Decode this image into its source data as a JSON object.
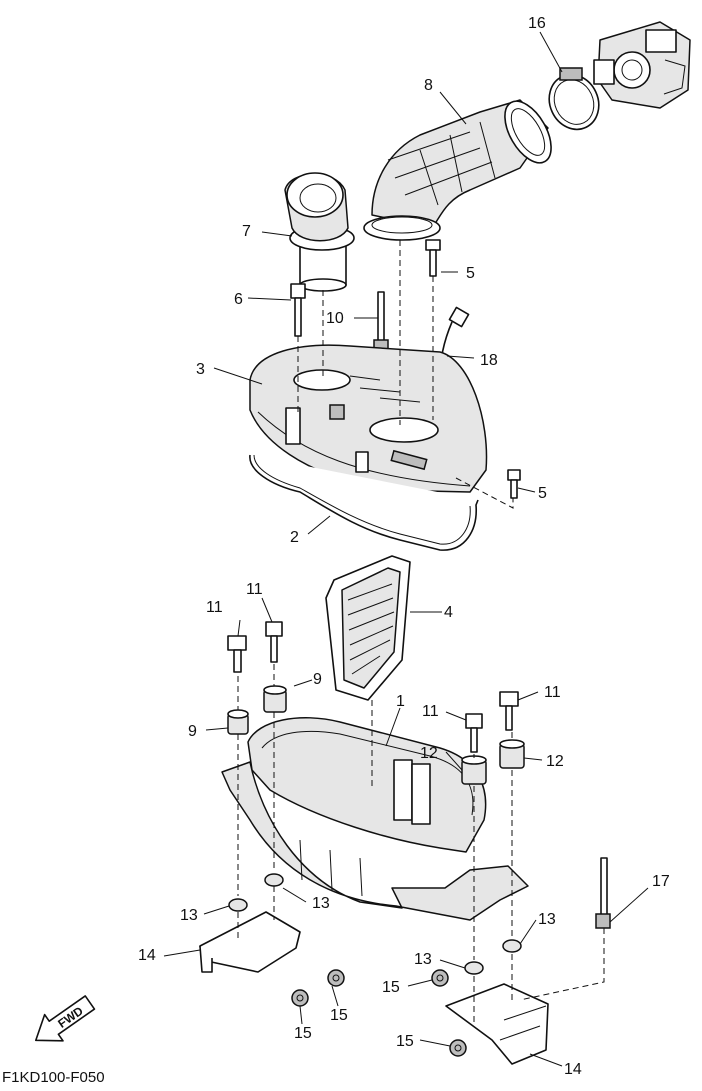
{
  "diagram_code": "F1KD100-F050",
  "fwd_label": "FWD",
  "callouts": {
    "c1": "1",
    "c2": "2",
    "c3": "3",
    "c4": "4",
    "c5a": "5",
    "c5b": "5",
    "c6": "6",
    "c7": "7",
    "c8": "8",
    "c9a": "9",
    "c9b": "9",
    "c10": "10",
    "c11a": "11",
    "c11b": "11",
    "c11c": "11",
    "c11d": "11",
    "c12a": "12",
    "c12b": "12",
    "c13a": "13",
    "c13b": "13",
    "c13c": "13",
    "c13d": "13",
    "c14a": "14",
    "c14b": "14",
    "c15a": "15",
    "c15b": "15",
    "c15c": "15",
    "c15d": "15",
    "c16": "16",
    "c17": "17",
    "c18": "18"
  }
}
